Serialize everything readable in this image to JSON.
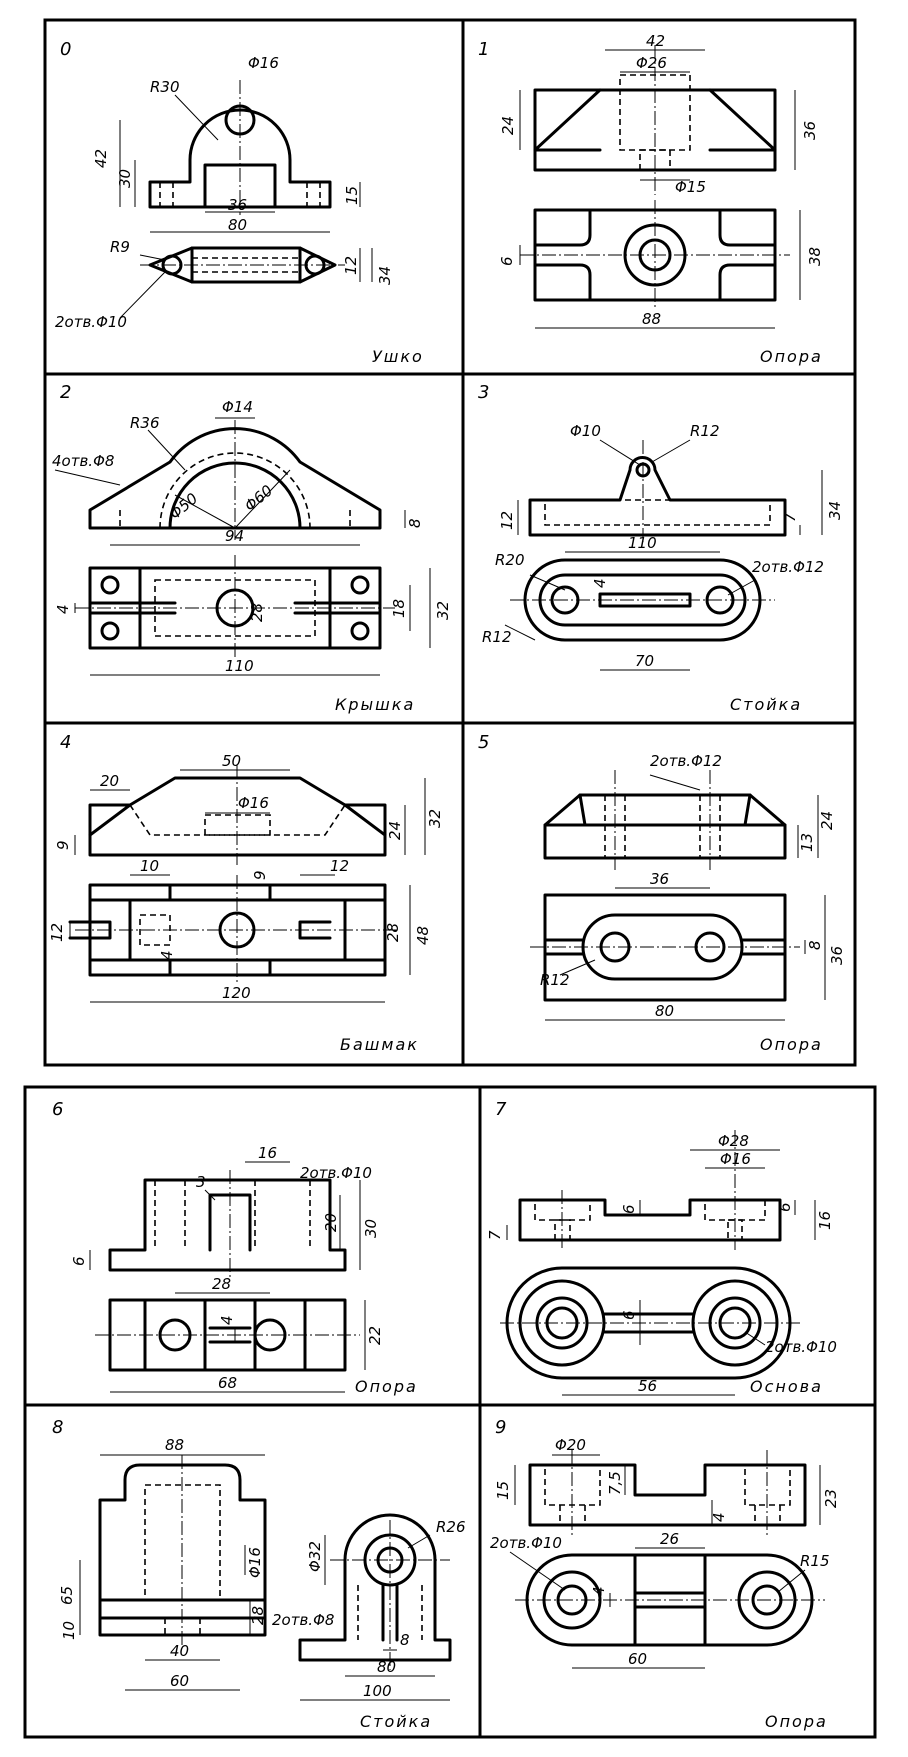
{
  "cards": [
    {
      "num": "0",
      "name": "Ушко",
      "dims": [
        "R30",
        "Φ16",
        "42",
        "30",
        "36",
        "80",
        "15",
        "R9",
        "12",
        "34",
        "2отв.Φ10"
      ]
    },
    {
      "num": "1",
      "name": "Опора",
      "dims": [
        "42",
        "Φ26",
        "24",
        "36",
        "Φ15",
        "6",
        "38",
        "88"
      ]
    },
    {
      "num": "2",
      "name": "Крышка",
      "dims": [
        "Φ14",
        "R36",
        "4отв.Φ8",
        "Φ50",
        "Φ60",
        "94",
        "8",
        "4",
        "28",
        "18",
        "32",
        "110"
      ]
    },
    {
      "num": "3",
      "name": "Стойка",
      "dims": [
        "Φ10",
        "R12",
        "12",
        "7",
        "34",
        "110",
        "R20",
        "2отв.Φ12",
        "4",
        "R12",
        "70"
      ]
    },
    {
      "num": "4",
      "name": "Башмак",
      "dims": [
        "20",
        "50",
        "Φ16",
        "9",
        "24",
        "32",
        "10",
        "9",
        "12",
        "12",
        "28",
        "48",
        "4",
        "120"
      ]
    },
    {
      "num": "5",
      "name": "Опора",
      "dims": [
        "2отв.Φ12",
        "13",
        "24",
        "36",
        "8",
        "36",
        "R12",
        "80"
      ]
    },
    {
      "num": "6",
      "name": "Опора",
      "dims": [
        "16",
        "3",
        "2отв.Φ10",
        "20",
        "30",
        "6",
        "28",
        "4",
        "22",
        "68"
      ]
    },
    {
      "num": "7",
      "name": "Основа",
      "dims": [
        "Φ28",
        "Φ16",
        "7",
        "6",
        "6",
        "16",
        "6",
        "2отв.Φ10",
        "56"
      ]
    },
    {
      "num": "8",
      "name": "Стойка",
      "dims": [
        "88",
        "R26",
        "Φ32",
        "Φ16",
        "65",
        "28",
        "2отв.Φ8",
        "10",
        "8",
        "40",
        "80",
        "60",
        "100"
      ]
    },
    {
      "num": "9",
      "name": "Опора",
      "dims": [
        "Φ20",
        "15",
        "7,5",
        "23",
        "4",
        "2отв.Φ10",
        "26",
        "R15",
        "4",
        "60"
      ]
    }
  ]
}
